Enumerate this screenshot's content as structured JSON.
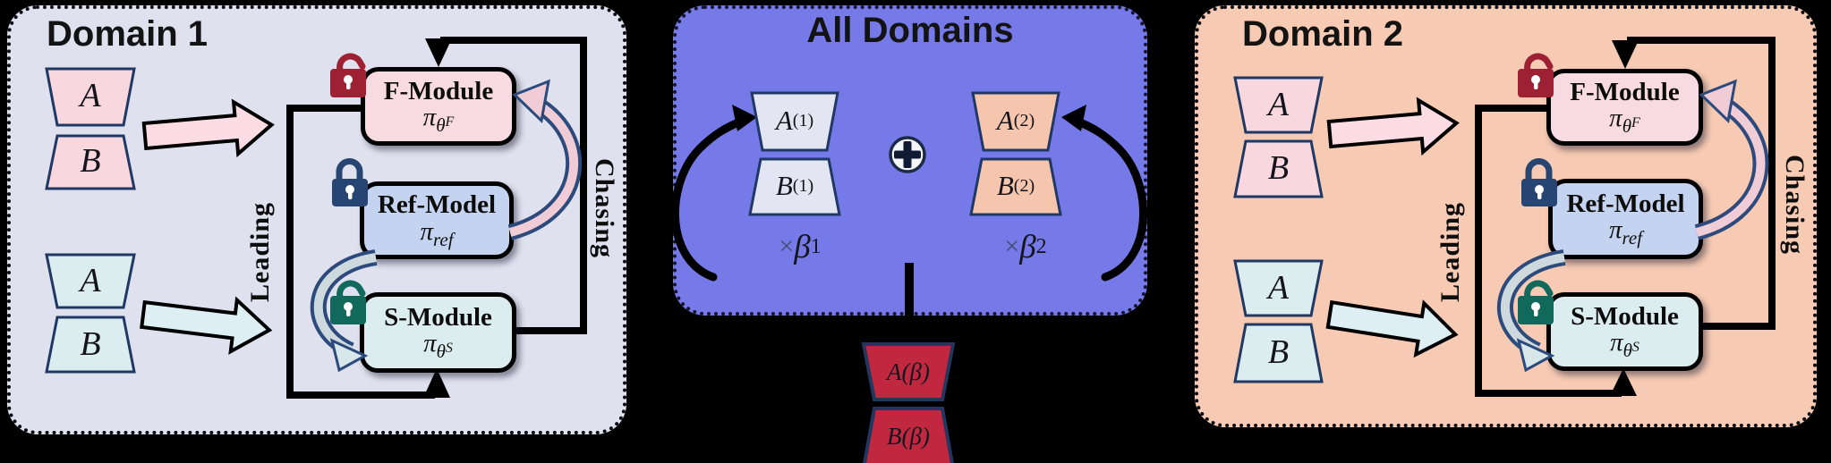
{
  "colors": {
    "domain1_bg": "#dfe1ee",
    "all_domains_bg": "#767ae8",
    "domain2_bg": "#f6cab3",
    "module_pink": "#f8dbe2",
    "module_blue": "#c4d3ef",
    "module_cyan": "#dcedf0",
    "adapter_pink": "#f8d7de",
    "adapter_cyan": "#dcedf0",
    "adapter_lavender": "#e3e5f2",
    "adapter_peach": "#f5c6ad",
    "merged_red": "#c22740",
    "outline_navy": "#1f3864",
    "lock_red": "#9e2033",
    "lock_navy": "#274572",
    "lock_teal": "#11695c"
  },
  "icons": {
    "f_module_lock": "unlocked-padlock-red",
    "ref_model_lock": "locked-padlock-navy",
    "s_module_lock": "unlocked-padlock-teal",
    "merge": "circled-plus"
  },
  "domain1": {
    "title": "Domain 1",
    "pink_adapter": {
      "a": "A",
      "b": "B"
    },
    "cyan_adapter": {
      "a": "A",
      "b": "B"
    },
    "leading_label": "Leading",
    "chasing_label": "Chasing",
    "f_module": {
      "name": "F-Module",
      "pi": "π",
      "sub": "θ",
      "sup": "F"
    },
    "ref_model": {
      "name": "Ref-Model",
      "pi": "π",
      "sub": "ref"
    },
    "s_module": {
      "name": "S-Module",
      "pi": "π",
      "sub": "θ",
      "sup": "S"
    }
  },
  "all_domains": {
    "title": "All Domains",
    "adapter1": {
      "a": "A",
      "a_sup": "(1)",
      "b": "B",
      "b_sup": "(1)",
      "times": "×",
      "beta": "β",
      "beta_sub": "1"
    },
    "adapter2": {
      "a": "A",
      "a_sup": "(2)",
      "b": "B",
      "b_sup": "(2)",
      "times": "×",
      "beta": "β",
      "beta_sub": "2"
    }
  },
  "merged_output": {
    "a": "A(β)",
    "b": "B(β)"
  },
  "domain2": {
    "title": "Domain 2",
    "pink_adapter": {
      "a": "A",
      "b": "B"
    },
    "cyan_adapter": {
      "a": "A",
      "b": "B"
    },
    "leading_label": "Leading",
    "chasing_label": "Chasing",
    "f_module": {
      "name": "F-Module",
      "pi": "π",
      "sub": "θ",
      "sup": "F"
    },
    "ref_model": {
      "name": "Ref-Model",
      "pi": "π",
      "sub": "ref"
    },
    "s_module": {
      "name": "S-Module",
      "pi": "π",
      "sub": "θ",
      "sup": "S"
    }
  }
}
